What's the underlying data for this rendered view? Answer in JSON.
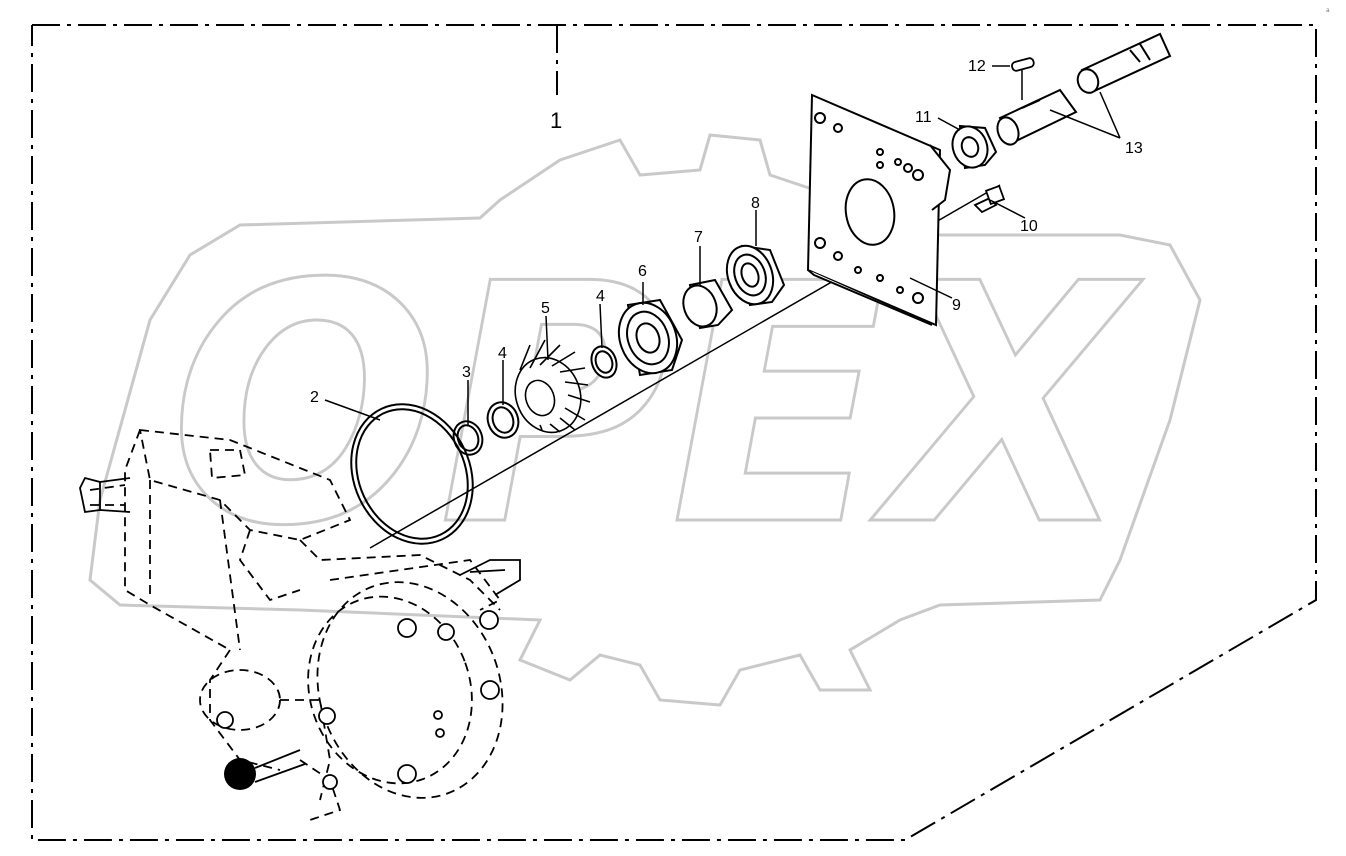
{
  "watermark": {
    "text": "OPEX",
    "color": "#c9c9c9"
  },
  "corner_mark": "a",
  "assembly_label": "1",
  "callouts": {
    "c2": "2",
    "c3": "3",
    "c4a": "4",
    "c4b": "4",
    "c5": "5",
    "c6": "6",
    "c7": "7",
    "c8": "8",
    "c9": "9",
    "c10": "10",
    "c11": "11",
    "c12": "12",
    "c13": "13"
  },
  "colors": {
    "line": "#000000",
    "watermark": "#c9c9c9",
    "background": "#ffffff"
  }
}
